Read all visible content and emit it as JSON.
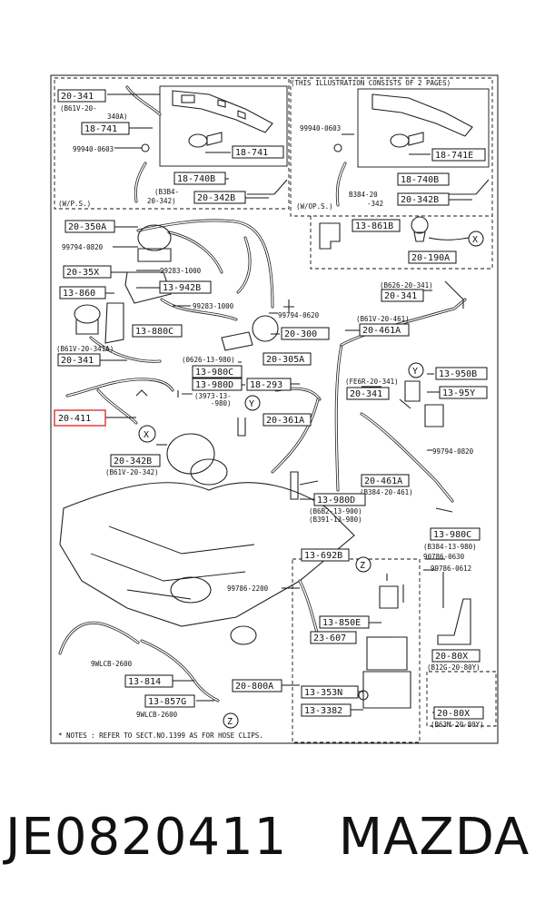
{
  "caption": {
    "part_number": "JE0820411",
    "brand": "MAZDA"
  },
  "highlight_color": "#e03030",
  "header_note": "(THIS ILLUSTRATION CONSISTS OF  2 PAGES)",
  "footer_note": "* NOTES : REFER TO SECT.NO.1399 AS FOR HOSE CLIPS.",
  "inset_left": {
    "tag": "(W/P.S.)",
    "labels": [
      "20-341",
      "(B61V-20-",
      "340A)",
      "18-741",
      "99940-0603",
      "18-741",
      "18-740B",
      "(B3B4-",
      "20-342)",
      "20-342B"
    ]
  },
  "inset_right": {
    "tag": "(W/OP.S.)",
    "labels": [
      "99940-0603",
      "18-741E",
      "18-740B",
      "B384-20",
      "-342",
      "20-342B"
    ]
  },
  "inset_x": {
    "labels": [
      "13-861B",
      "20-190A"
    ],
    "marker": "X"
  },
  "main_labels": [
    "20-350A",
    "99794-0820",
    "99283-1000",
    "20-35X",
    "13-942B",
    "13-860",
    "99283-1000",
    "99794-0620",
    "13-880C",
    "20-300",
    "(B61V-20-341A)",
    "20-341",
    "(0626-13-980)",
    "13-980C",
    "13-980D",
    "(3973-13-",
    "-980)",
    "20-305A",
    "18-293",
    "20-411",
    "20-361A",
    "20-342B",
    "(B61V-20-342)",
    "(B626-20-341)",
    "20-341",
    "(B61V-20-461)",
    "20-461A",
    "(FE6R-20-341)",
    "20-341",
    "13-950B",
    "13-95Y",
    "99794-0820",
    "20-461A",
    "(B384-20-461)",
    "13-980D",
    "(B6B2-13-900)",
    "(B391-13-980)",
    "13-980C",
    "(B384-13-980)",
    "90786-0630",
    "99786-0612",
    "13-692B",
    "99786-2200",
    "13-850E",
    "23-607",
    "20-80X",
    "(B12G-20-80Y)",
    "9WLCB-2600",
    "13-814",
    "20-800A",
    "13-353N",
    "13-857G",
    "9WLCB-2600",
    "13-3382",
    "20-80X",
    "(B63M-20-80Y)"
  ],
  "markers": [
    "X",
    "Y",
    "Y",
    "Z",
    "Z"
  ]
}
